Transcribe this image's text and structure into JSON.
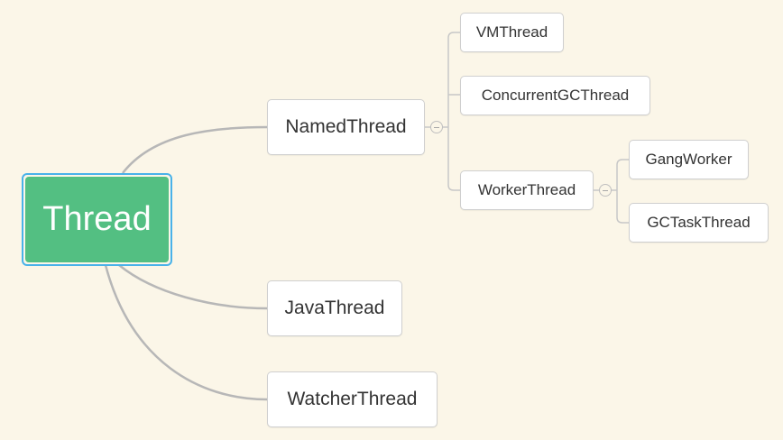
{
  "root": {
    "label": "Thread"
  },
  "branches": [
    {
      "label": "NamedThread",
      "children": [
        {
          "label": "VMThread"
        },
        {
          "label": "ConcurrentGCThread"
        },
        {
          "label": "WorkerThread",
          "children": [
            {
              "label": "GangWorker"
            },
            {
              "label": "GCTaskThread"
            }
          ]
        }
      ]
    },
    {
      "label": "JavaThread"
    },
    {
      "label": "WatcherThread"
    }
  ],
  "colors": {
    "background": "#fbf6e8",
    "root_fill": "#53bf82",
    "root_border": "#49b2e9",
    "connector_main": "#b7b7b7",
    "connector_sub": "#c7c7c7"
  }
}
